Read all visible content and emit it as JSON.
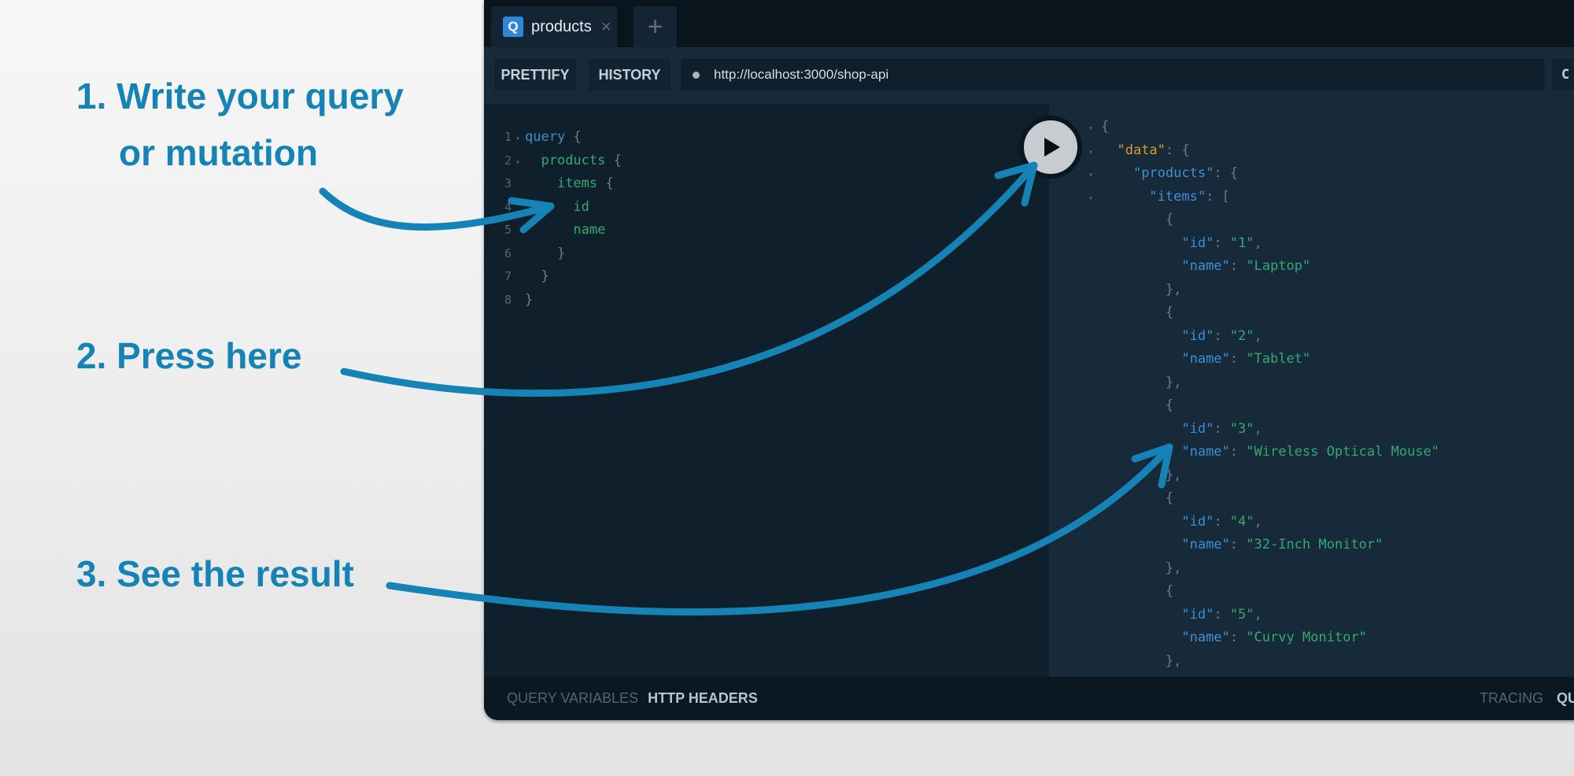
{
  "annotations": {
    "step1_line1": "1. Write your query",
    "step1_line2": "or mutation",
    "step2": "2. Press here",
    "step3": "3. See the result",
    "arrow_color": "#1583b5"
  },
  "tabs": [
    {
      "icon_letter": "Q",
      "label": "products",
      "close_icon": "×"
    }
  ],
  "add_tab_icon": "+",
  "toolbar": {
    "prettify": "PRETTIFY",
    "history": "HISTORY",
    "url": "http://localhost:3000/shop-api",
    "right_button_partial": "C"
  },
  "query_lines": [
    {
      "n": "1",
      "fold": "▾",
      "indent": 0,
      "parts": [
        [
          "query",
          "#3b8fd6"
        ],
        [
          " {",
          "#6e7b85"
        ]
      ]
    },
    {
      "n": "2",
      "fold": "▾",
      "indent": 1,
      "parts": [
        [
          "products",
          "#32a872"
        ],
        [
          " {",
          "#6e7b85"
        ]
      ]
    },
    {
      "n": "3",
      "fold": "",
      "indent": 2,
      "parts": [
        [
          "items",
          "#32a872"
        ],
        [
          " {",
          "#6e7b85"
        ]
      ]
    },
    {
      "n": "4",
      "fold": "",
      "indent": 3,
      "parts": [
        [
          "id",
          "#32a872"
        ]
      ]
    },
    {
      "n": "5",
      "fold": "",
      "indent": 3,
      "parts": [
        [
          "name",
          "#32a872"
        ]
      ]
    },
    {
      "n": "6",
      "fold": "",
      "indent": 2,
      "parts": [
        [
          "}",
          "#6e7b85"
        ]
      ]
    },
    {
      "n": "7",
      "fold": "",
      "indent": 1,
      "parts": [
        [
          "}",
          "#6e7b85"
        ]
      ]
    },
    {
      "n": "8",
      "fold": "",
      "indent": 0,
      "parts": [
        [
          "}",
          "#6e7b85"
        ]
      ]
    }
  ],
  "result_lines": [
    {
      "fold": "▾",
      "indent": 0,
      "parts": [
        [
          "{",
          "#6e7b85"
        ]
      ]
    },
    {
      "fold": "▾",
      "indent": 1,
      "parts": [
        [
          "\"data\"",
          "#d99a2b"
        ],
        [
          ": {",
          "#6e7b85"
        ]
      ]
    },
    {
      "fold": "▾",
      "indent": 2,
      "parts": [
        [
          "\"products\"",
          "#3b8fd6"
        ],
        [
          ": {",
          "#6e7b85"
        ]
      ]
    },
    {
      "fold": "▾",
      "indent": 3,
      "parts": [
        [
          "\"items\"",
          "#3b8fd6"
        ],
        [
          ": [",
          "#6e7b85"
        ]
      ]
    },
    {
      "fold": "",
      "indent": 4,
      "parts": [
        [
          "{",
          "#6e7b85"
        ]
      ]
    },
    {
      "fold": "",
      "indent": 5,
      "parts": [
        [
          "\"id\"",
          "#3b8fd6"
        ],
        [
          ": ",
          "#6e7b85"
        ],
        [
          "\"1\"",
          "#32a872"
        ],
        [
          ",",
          "#6e7b85"
        ]
      ]
    },
    {
      "fold": "",
      "indent": 5,
      "parts": [
        [
          "\"name\"",
          "#3b8fd6"
        ],
        [
          ": ",
          "#6e7b85"
        ],
        [
          "\"Laptop\"",
          "#32a872"
        ]
      ]
    },
    {
      "fold": "",
      "indent": 4,
      "parts": [
        [
          "},",
          "#6e7b85"
        ]
      ]
    },
    {
      "fold": "",
      "indent": 4,
      "parts": [
        [
          "{",
          "#6e7b85"
        ]
      ]
    },
    {
      "fold": "",
      "indent": 5,
      "parts": [
        [
          "\"id\"",
          "#3b8fd6"
        ],
        [
          ": ",
          "#6e7b85"
        ],
        [
          "\"2\"",
          "#32a872"
        ],
        [
          ",",
          "#6e7b85"
        ]
      ]
    },
    {
      "fold": "",
      "indent": 5,
      "parts": [
        [
          "\"name\"",
          "#3b8fd6"
        ],
        [
          ": ",
          "#6e7b85"
        ],
        [
          "\"Tablet\"",
          "#32a872"
        ]
      ]
    },
    {
      "fold": "",
      "indent": 4,
      "parts": [
        [
          "},",
          "#6e7b85"
        ]
      ]
    },
    {
      "fold": "",
      "indent": 4,
      "parts": [
        [
          "{",
          "#6e7b85"
        ]
      ]
    },
    {
      "fold": "",
      "indent": 5,
      "parts": [
        [
          "\"id\"",
          "#3b8fd6"
        ],
        [
          ": ",
          "#6e7b85"
        ],
        [
          "\"3\"",
          "#32a872"
        ],
        [
          ",",
          "#6e7b85"
        ]
      ]
    },
    {
      "fold": "",
      "indent": 5,
      "parts": [
        [
          "\"name\"",
          "#3b8fd6"
        ],
        [
          ": ",
          "#6e7b85"
        ],
        [
          "\"Wireless Optical Mouse\"",
          "#32a872"
        ]
      ]
    },
    {
      "fold": "",
      "indent": 4,
      "parts": [
        [
          "},",
          "#6e7b85"
        ]
      ]
    },
    {
      "fold": "",
      "indent": 4,
      "parts": [
        [
          "{",
          "#6e7b85"
        ]
      ]
    },
    {
      "fold": "",
      "indent": 5,
      "parts": [
        [
          "\"id\"",
          "#3b8fd6"
        ],
        [
          ": ",
          "#6e7b85"
        ],
        [
          "\"4\"",
          "#32a872"
        ],
        [
          ",",
          "#6e7b85"
        ]
      ]
    },
    {
      "fold": "",
      "indent": 5,
      "parts": [
        [
          "\"name\"",
          "#3b8fd6"
        ],
        [
          ": ",
          "#6e7b85"
        ],
        [
          "\"32-Inch Monitor\"",
          "#32a872"
        ]
      ]
    },
    {
      "fold": "",
      "indent": 4,
      "parts": [
        [
          "},",
          "#6e7b85"
        ]
      ]
    },
    {
      "fold": "",
      "indent": 4,
      "parts": [
        [
          "{",
          "#6e7b85"
        ]
      ]
    },
    {
      "fold": "",
      "indent": 5,
      "parts": [
        [
          "\"id\"",
          "#3b8fd6"
        ],
        [
          ": ",
          "#6e7b85"
        ],
        [
          "\"5\"",
          "#32a872"
        ],
        [
          ",",
          "#6e7b85"
        ]
      ]
    },
    {
      "fold": "",
      "indent": 5,
      "parts": [
        [
          "\"name\"",
          "#3b8fd6"
        ],
        [
          ": ",
          "#6e7b85"
        ],
        [
          "\"Curvy Monitor\"",
          "#32a872"
        ]
      ]
    },
    {
      "fold": "",
      "indent": 4,
      "parts": [
        [
          "},",
          "#6e7b85"
        ]
      ]
    }
  ],
  "bottom": {
    "query_variables": "QUERY VARIABLES",
    "http_headers": "HTTP HEADERS",
    "tracing": "TRACING",
    "right_partial": "QU"
  }
}
